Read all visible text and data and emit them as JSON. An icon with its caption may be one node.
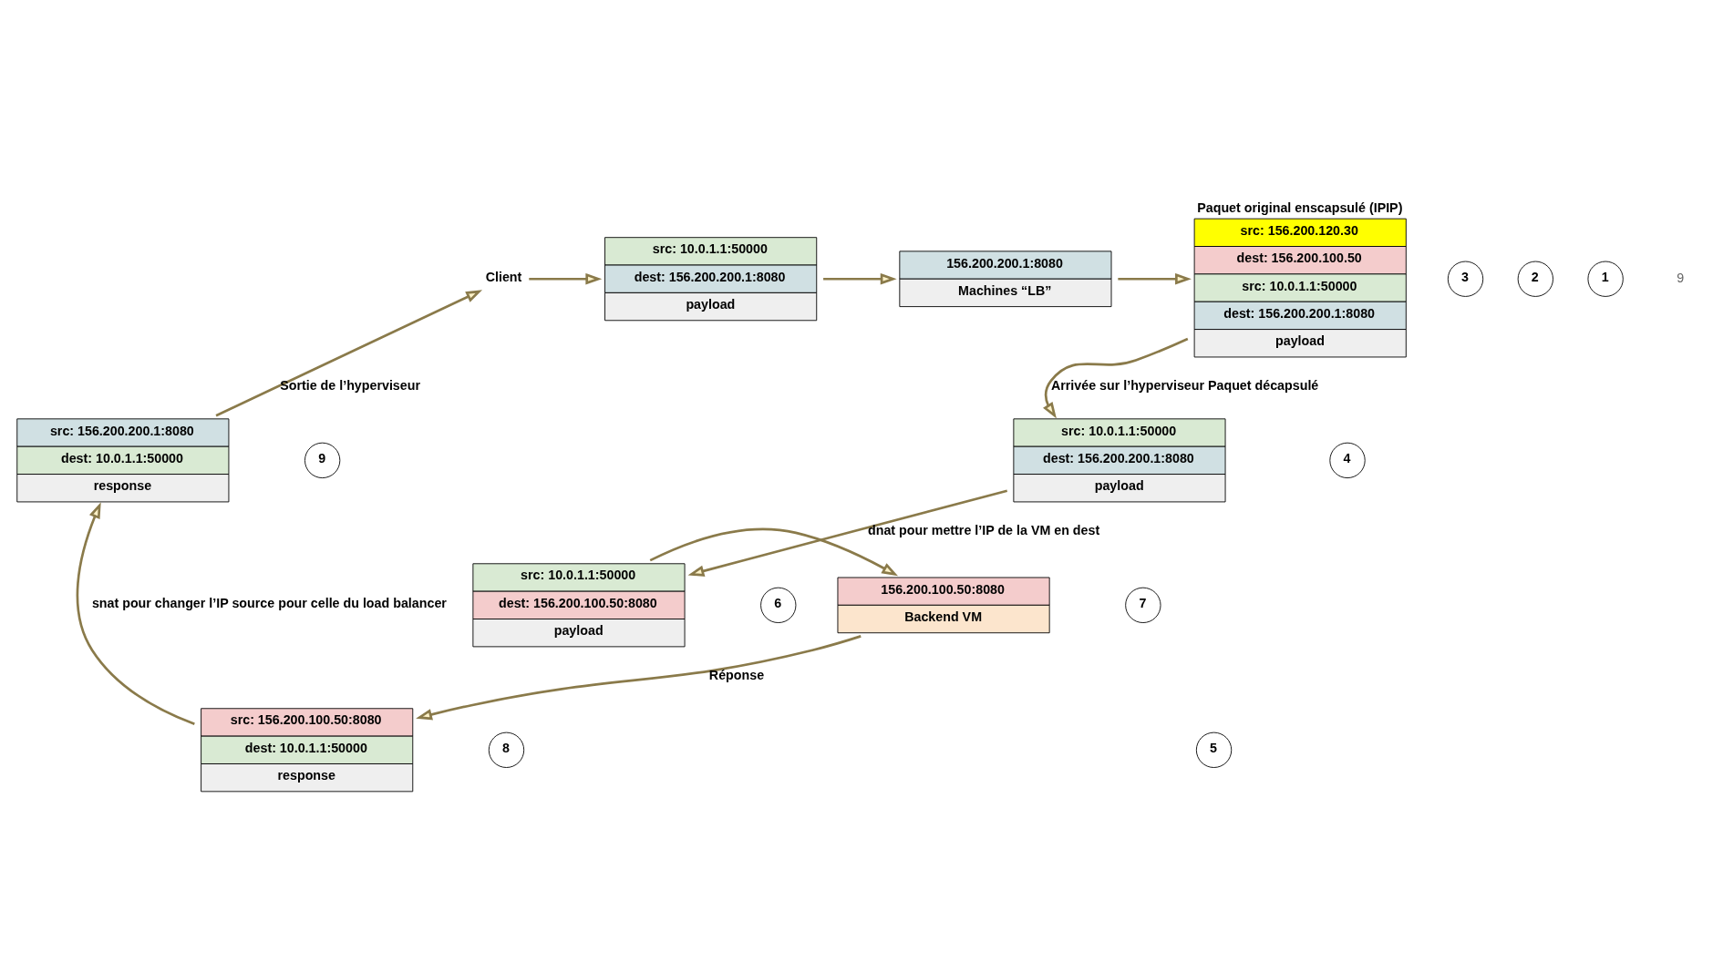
{
  "diagram": {
    "nodes": [
      {
        "text": [
          "Client"
        ]
      },
      {
        "text": [
          "1"
        ]
      },
      {
        "text": [
          "src: 10.0.1.1:50000",
          "dest: 156.200.200.1:8080",
          "payload"
        ]
      },
      {
        "text": [
          "2"
        ]
      },
      {
        "text": [
          "156.200.200.1:8080",
          "Machines “LB”"
        ]
      },
      {
        "text": [
          "3"
        ]
      },
      {
        "text": [
          "Paquet original enscapsulé (IPIP)",
          "src: 156.200.120.30",
          "dest: 156.200.100.50",
          "src: 10.0.1.1:50000",
          "dest: 156.200.200.1:8080",
          "payload"
        ]
      },
      {
        "text": [
          "9"
        ]
      },
      {
        "text": [
          "src: 156.200.200.1:8080",
          "dest: 10.0.1.1:50000",
          "response"
        ]
      },
      {
        "text": [
          "4"
        ]
      },
      {
        "text": [
          "8"
        ]
      },
      {
        "text": [
          "src: 156.200.100.50:8080",
          "dest: 10.0.1.1:50000",
          "response"
        ]
      },
      {
        "text": [
          "src: 10.0.1.1:50000",
          "dest: 156.200.200.1:8080",
          "payload"
        ]
      },
      {
        "text": [
          "7"
        ]
      },
      {
        "text": [
          "5"
        ]
      },
      {
        "text": [
          "6"
        ]
      },
      {
        "text": [
          "156.200.100.50:8080",
          "Backend VM"
        ]
      },
      {
        "text": [
          "src: 10.0.1.1:50000",
          "dest: 156.200.100.50:8080",
          "payload"
        ]
      }
    ],
    "edges": [
      {
        "from": 0,
        "to": 2,
        "arrow": "to"
      },
      {
        "from": 2,
        "to": 4,
        "arrow": "to"
      },
      {
        "from": 4,
        "to": 6,
        "arrow": "to"
      },
      {
        "from": 6,
        "to": 12,
        "arrow": "to",
        "label": "Arrivée sur l’hyperviseur Paquet décapsulé"
      },
      {
        "from": 12,
        "to": 17,
        "arrow": "to",
        "label": "dnat pour mettre l’IP de la VM en dest"
      },
      {
        "from": 17,
        "to": 16,
        "arrow": "to"
      },
      {
        "from": 16,
        "to": 11,
        "arrow": "to",
        "label": "Réponse"
      },
      {
        "from": 11,
        "to": 8,
        "arrow": "to",
        "label": "snat pour changer l’IP source pour celle du load balancer"
      },
      {
        "from": 8,
        "to": 0,
        "arrow": "to",
        "label": "Sortie de l’hyperviseur"
      }
    ],
    "labels": [
      "9"
    ]
  }
}
